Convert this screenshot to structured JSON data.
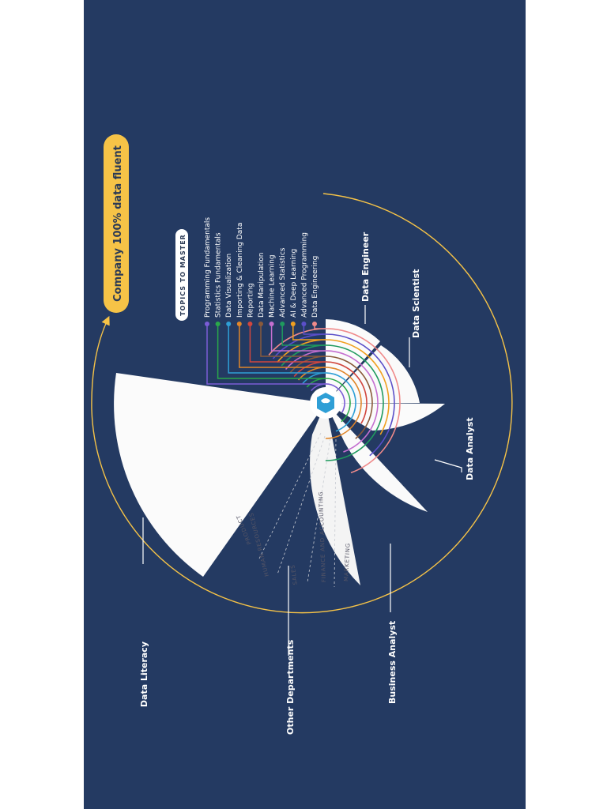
{
  "title": "Company 100% data fluent",
  "topics_header": "TOPICS TO MASTER",
  "topics": [
    {
      "label": "Programming Fundamentals",
      "color": "#7b5cd6"
    },
    {
      "label": "Statistics Fundamentals",
      "color": "#2aa84a"
    },
    {
      "label": "Data Visualization",
      "color": "#2f9fd6"
    },
    {
      "label": "Importing & Cleaning Data",
      "color": "#e0862a"
    },
    {
      "label": "Reporting",
      "color": "#d1463e"
    },
    {
      "label": "Data Manipulation",
      "color": "#8a5a3a"
    },
    {
      "label": "Machine Learning",
      "color": "#c46fd0"
    },
    {
      "label": "Advanced Statistics",
      "color": "#1f9a5e"
    },
    {
      "label": "AI & Deep Learning",
      "color": "#f0a020"
    },
    {
      "label": "Advanced Programming",
      "color": "#5b4fc9"
    },
    {
      "label": "Data Engineering",
      "color": "#f08a8a"
    }
  ],
  "roles": {
    "data_literacy": "Data Literacy",
    "other_departments": "Other Departments",
    "business_analyst": "Business Analyst",
    "data_analyst": "Data Analyst",
    "data_scientist": "Data Scientist",
    "data_engineer": "Data Engineer"
  },
  "departments": [
    "PRODUCT",
    "HUMAN RESOURCES",
    "SALES",
    "FINANCE AND ACCOUNTING",
    "MARKETING"
  ],
  "colors": {
    "background": "#243a62",
    "page": "#ffffff",
    "accent": "#f6c347",
    "wedge": "#fbfbfb",
    "center": "#2f9fd6",
    "text": "#ffffff",
    "dark_text": "#2b3a55"
  }
}
